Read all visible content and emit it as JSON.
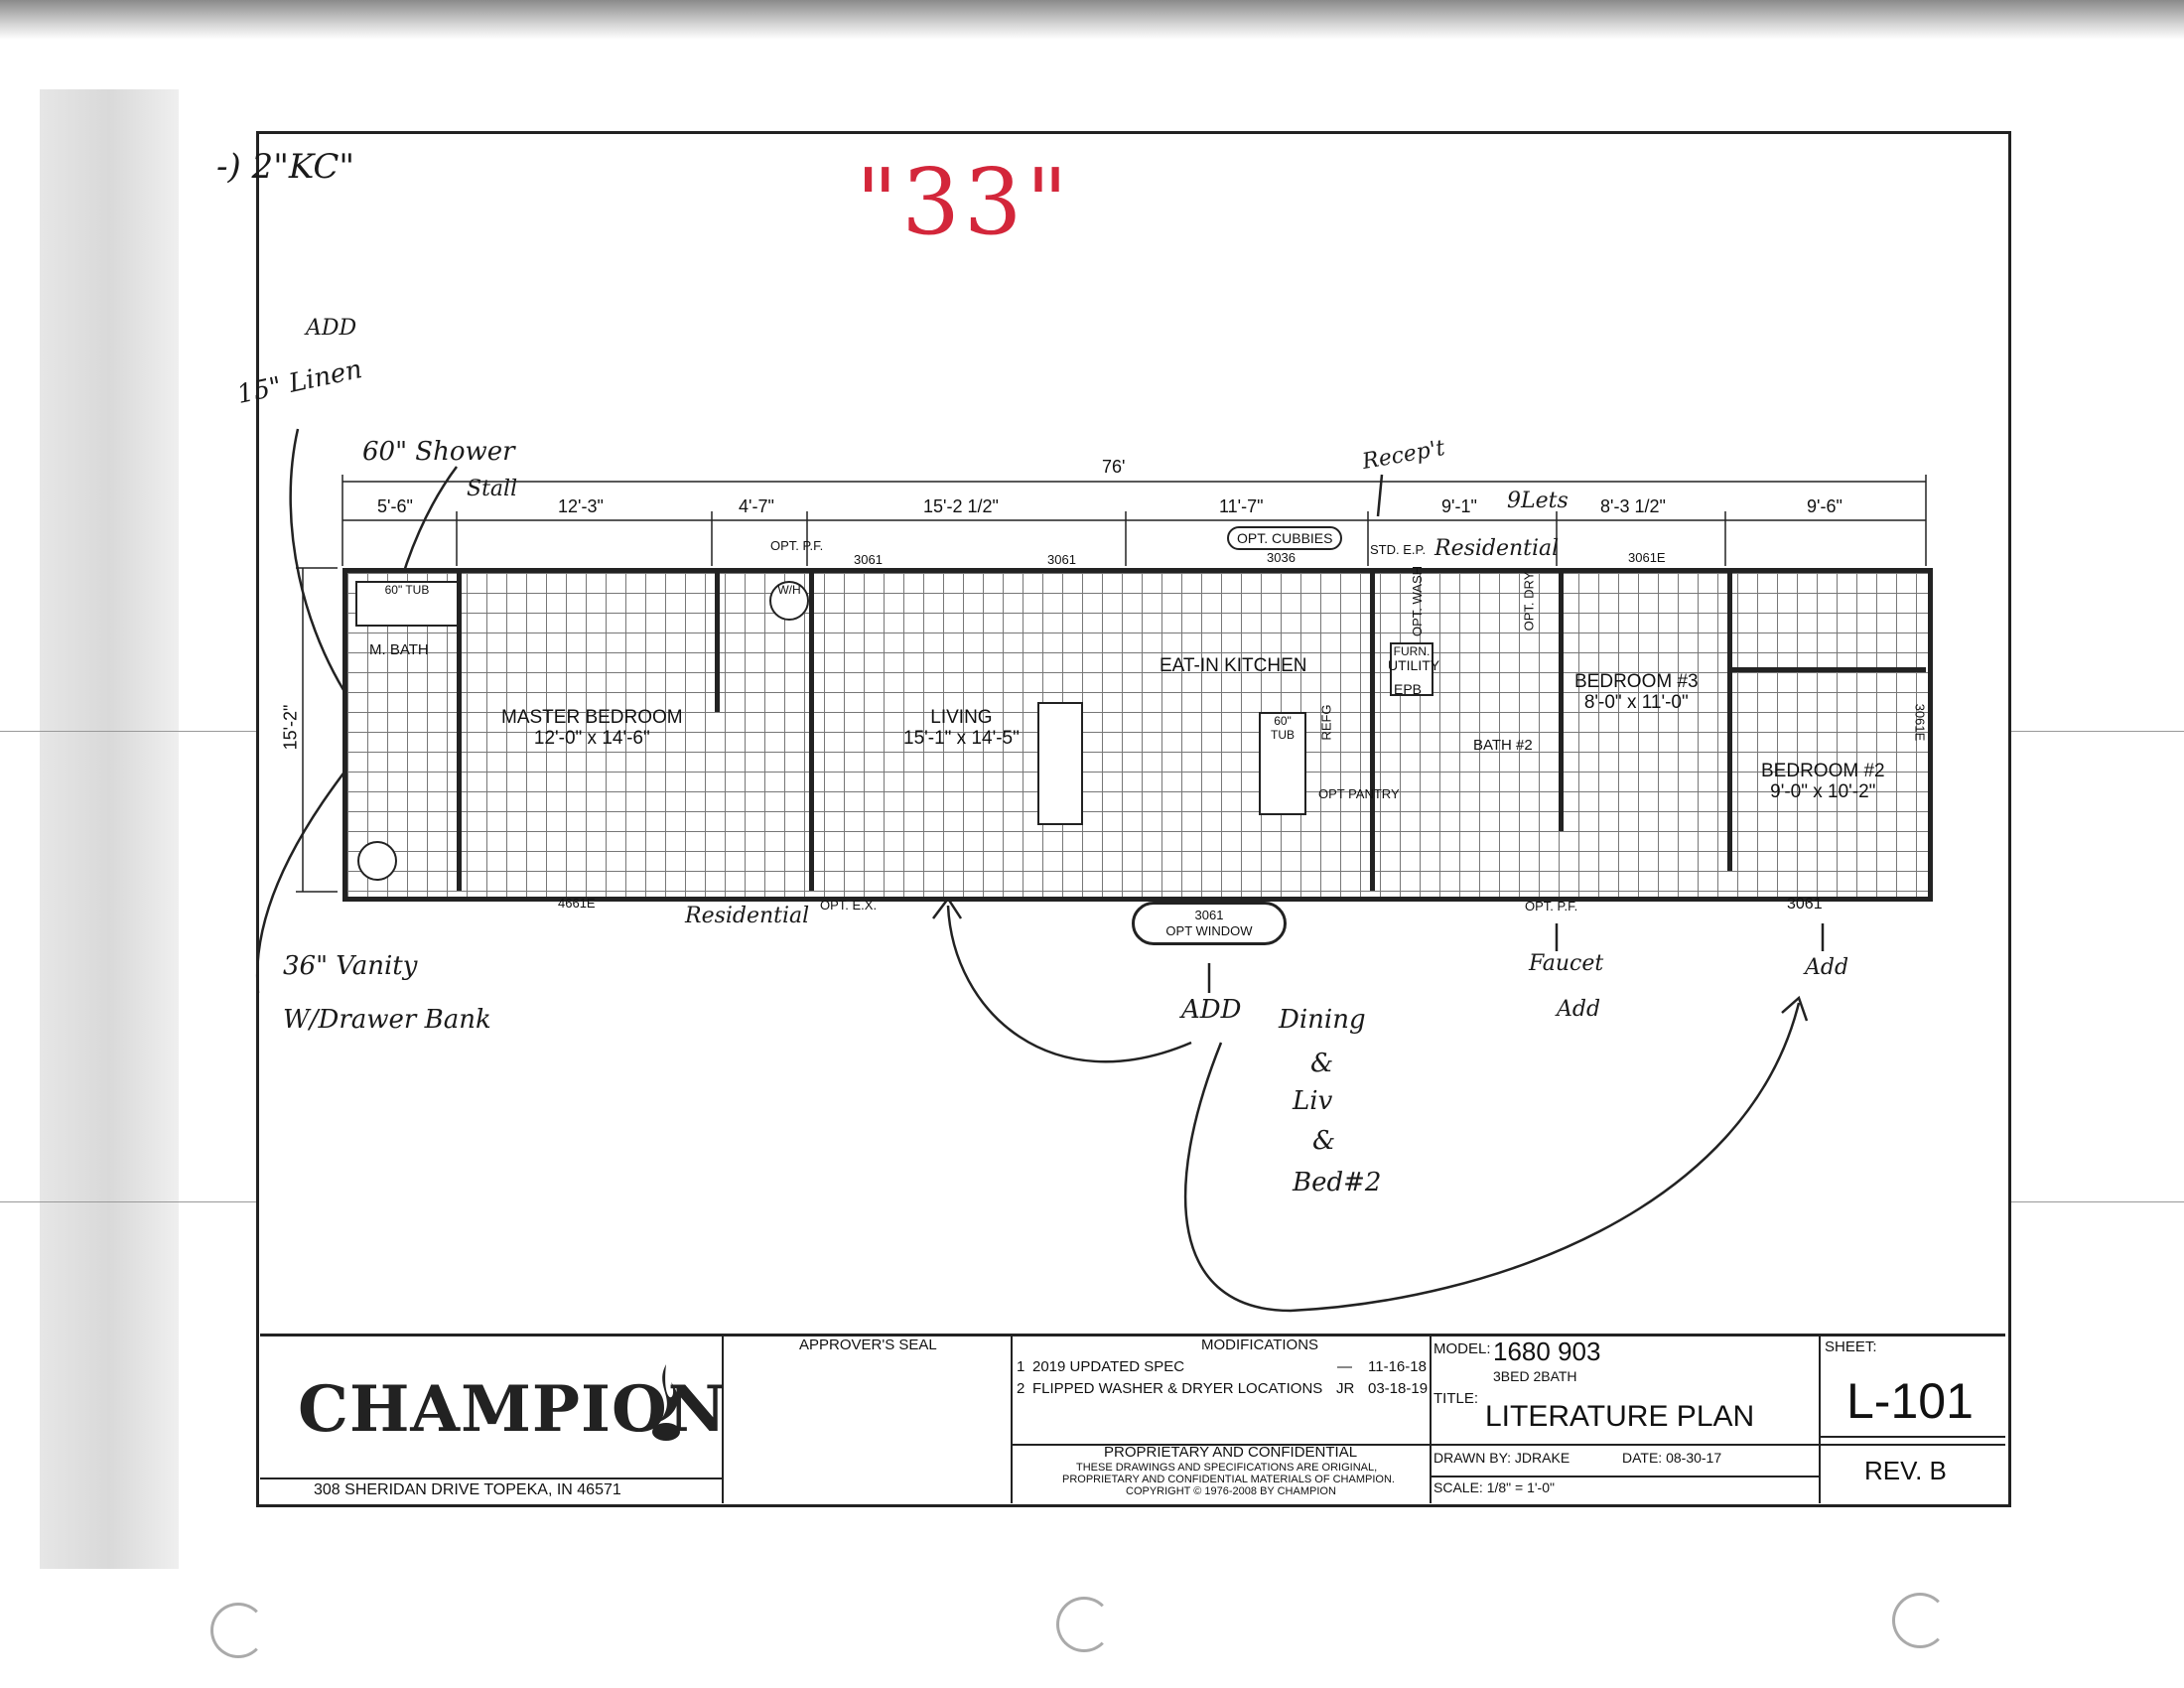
{
  "handwritten": {
    "top_left": "-) 2\"KC\"",
    "add": "ADD",
    "linen": "15\" Linen",
    "shower": "60\" Shower",
    "stall": "Stall",
    "recept": "Recep't",
    "residential_top": "Residential",
    "vanity": "36\" Vanity",
    "drawer": "W/Drawer Bank",
    "residential_bottom": "Residential",
    "add_center": "ADD",
    "dining1": "Dining",
    "dining2": "&",
    "dining3": "Liv",
    "dining4": "&",
    "dining5": "Bed#2",
    "faucet": "Faucet",
    "faucet_add": "Add",
    "right_add": "Add",
    "ipc": "9Lets"
  },
  "red_mark": "\"33\"",
  "dimensions": {
    "overall": "76'",
    "d1": "5'-6\"",
    "d2": "12'-3\"",
    "d3": "4'-7\"",
    "d4": "15'-2 1/2\"",
    "d5": "11'-7\"",
    "d6": "9'-1\"",
    "d7": "8'-3 1/2\"",
    "d8": "9'-6\"",
    "width": "15'-2\""
  },
  "rooms": {
    "master_bedroom": "MASTER BEDROOM",
    "master_size": "12'-0\" x 14'-6\"",
    "living": "LIVING",
    "living_size": "15'-1\" x 14'-5\"",
    "kitchen": "EAT-IN KITCHEN",
    "bedroom3": "BEDROOM #3",
    "bedroom3_size": "8'-0\" x 11'-0\"",
    "bedroom2": "BEDROOM #2",
    "bedroom2_size": "9'-0\" x 10'-2\"",
    "m_bath": "M. BATH",
    "bath2": "BATH #2",
    "utility": "UTILITY",
    "epb": "EPB"
  },
  "labels": {
    "tub": "60\" TUB",
    "wh": "W/H",
    "opt_pf": "OPT. P.F.",
    "opt_cubbies": "OPT. CUBBIES",
    "w3036": "3036",
    "w3061a": "3061",
    "w3061b": "3061",
    "w3061e": "3061E",
    "w4661e": "4661E",
    "opt_ex": "OPT. E.X.",
    "opt_window_num": "3061",
    "opt_window": "OPT WINDOW",
    "r3061": "3061",
    "side3061": "3061E",
    "opt_wash": "OPT. WASH",
    "opt_dry": "OPT. DRY",
    "furn": "FURN.",
    "opt_pantry": "OPT PANTRY",
    "tub2": "60\" TUB",
    "ref": "REFG",
    "std_ep": "STD. E.P.",
    "opt_pf2": "OPT. P.F."
  },
  "title_block": {
    "approvers_seal": "APPROVER'S SEAL",
    "modifications": "MODIFICATIONS",
    "mod1_num": "1",
    "mod1": "2019 UPDATED SPEC",
    "mod1_by": "—",
    "mod1_date": "11-16-18",
    "mod2_num": "2",
    "mod2": "FLIPPED WASHER & DRYER LOCATIONS",
    "mod2_by": "JR",
    "mod2_date": "03-18-19",
    "model_label": "MODEL:",
    "model": "1680 903",
    "model_sub": "3BED 2BATH",
    "title_label": "TITLE:",
    "title": "LITERATURE PLAN",
    "sheet_label": "SHEET:",
    "sheet": "L-101",
    "rev": "REV. B",
    "drawn_by": "DRAWN BY: JDRAKE",
    "date": "DATE: 08-30-17",
    "scale": "SCALE: 1/8\" = 1'-0\"",
    "proprietary": "PROPRIETARY AND CONFIDENTIAL",
    "prop_line1": "THESE DRAWINGS AND SPECIFICATIONS ARE ORIGINAL,",
    "prop_line2": "PROPRIETARY AND CONFIDENTIAL MATERIALS OF CHAMPION.",
    "copyright": "COPYRIGHT © 1976-2008 BY CHAMPION",
    "logo": "CHAMPION",
    "address": "308 SHERIDAN DRIVE TOPEKA, IN 46571"
  }
}
